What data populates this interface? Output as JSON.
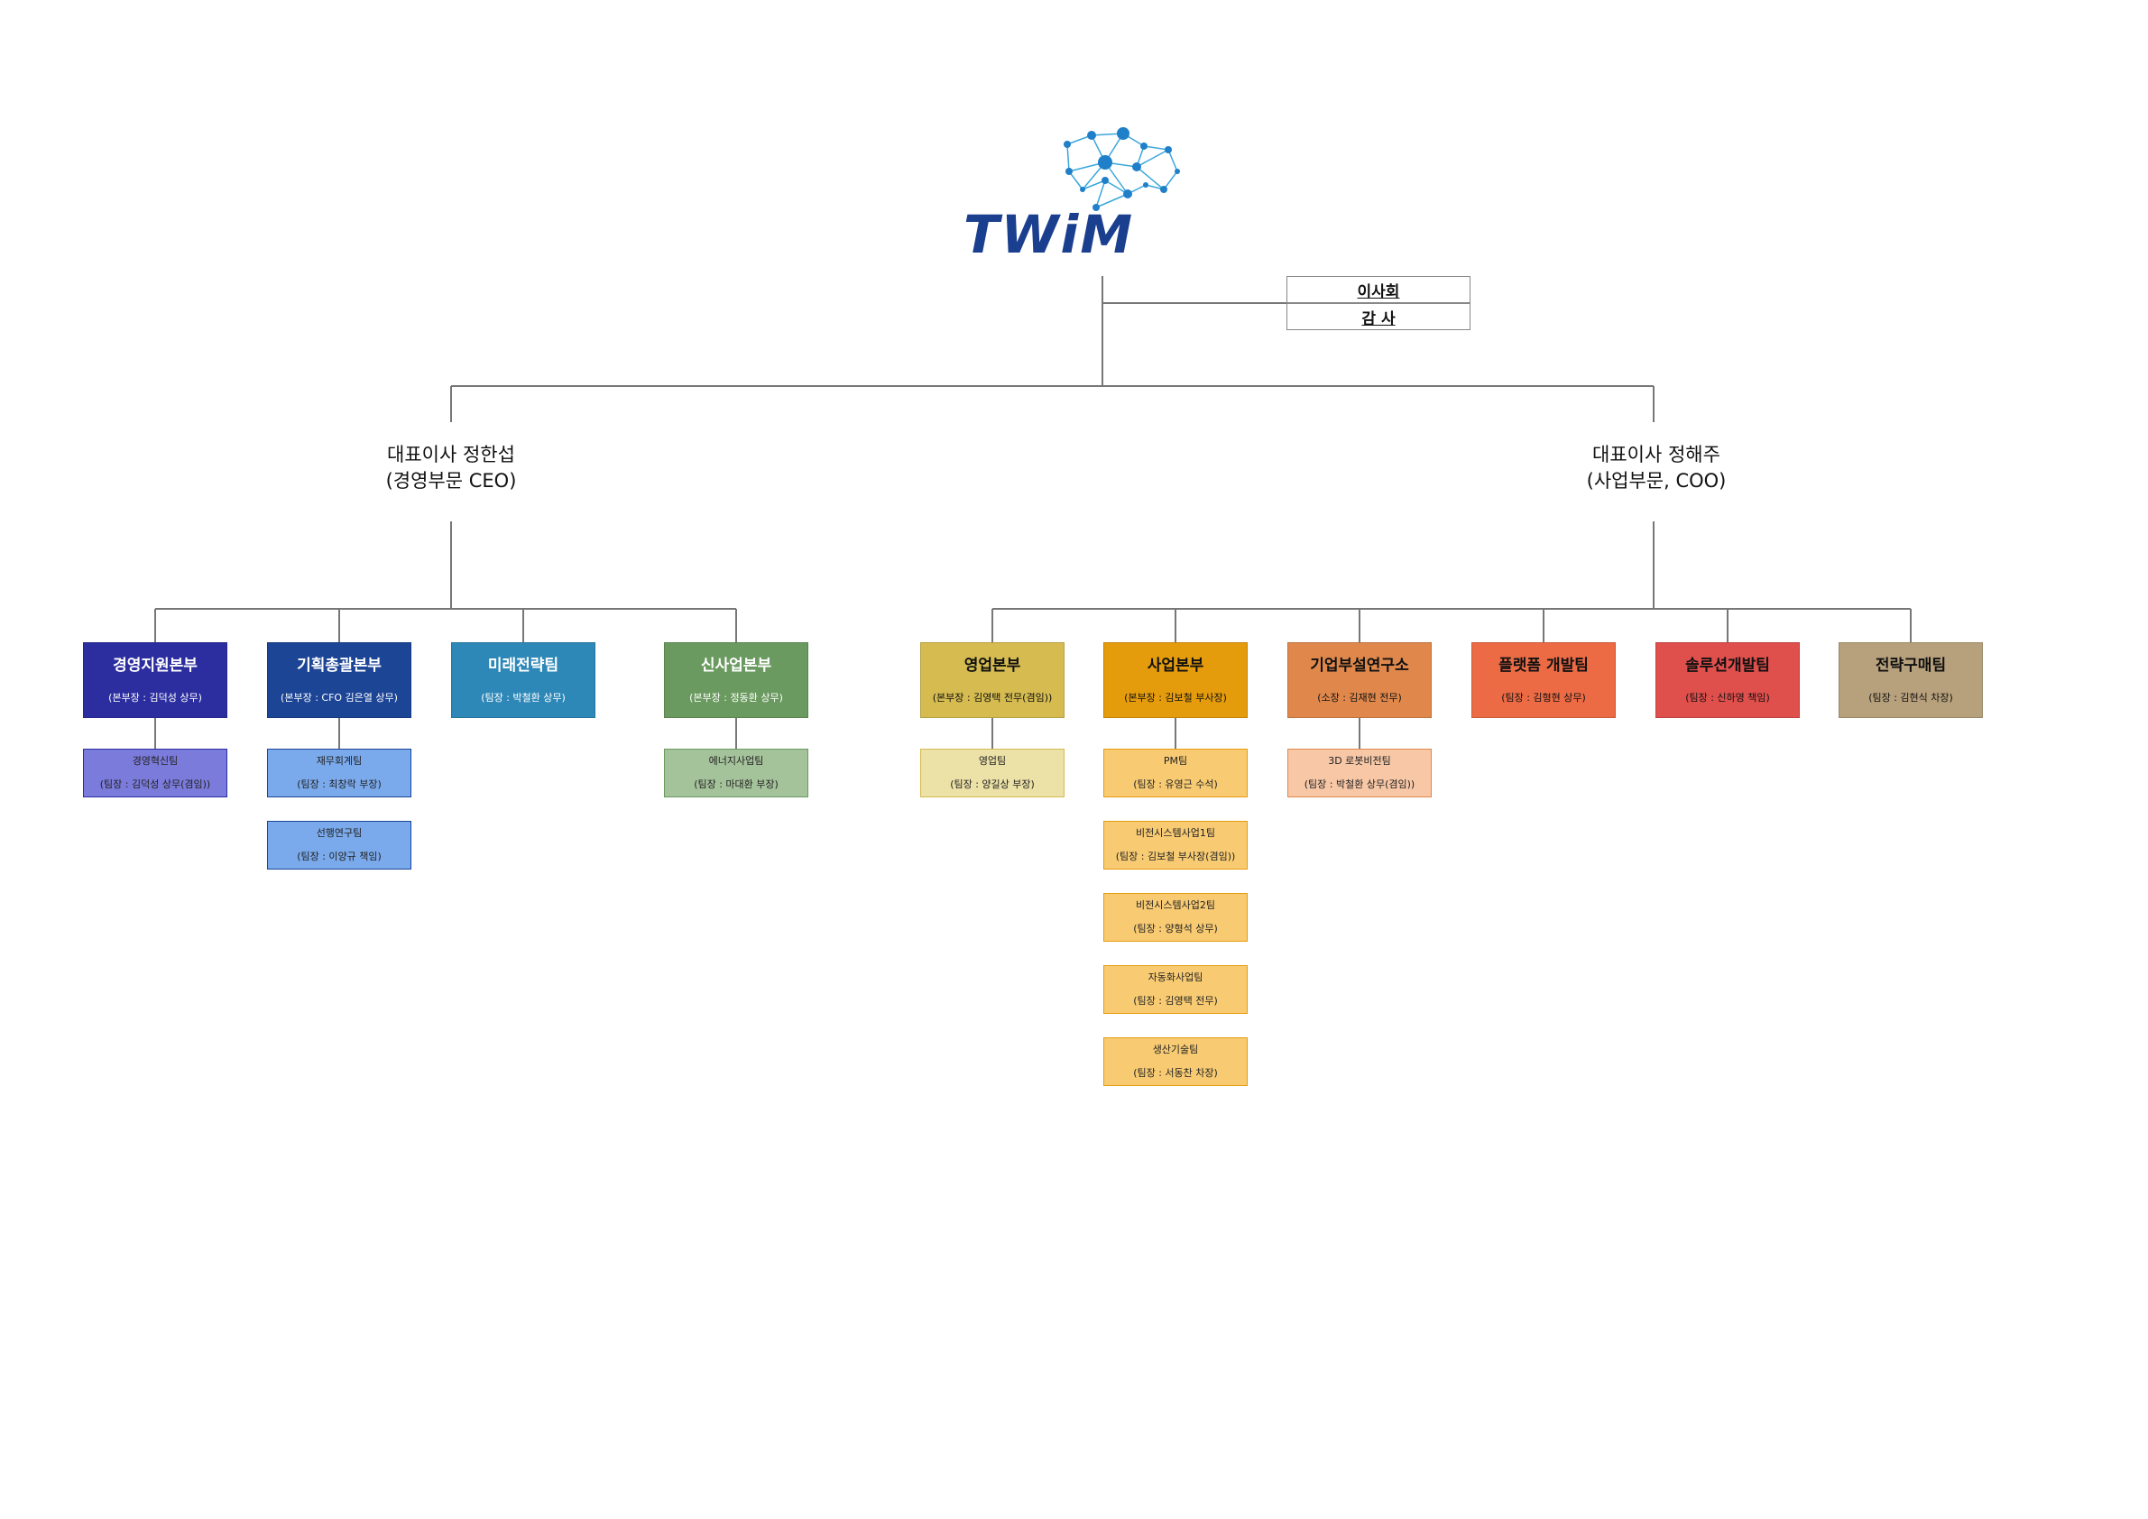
{
  "logo": {
    "text": "TWiM"
  },
  "board": {
    "label": "이사회",
    "audit": "감  사"
  },
  "ceos": {
    "left": {
      "line1": "대표이사 정한섭",
      "line2": "(경영부문 CEO)"
    },
    "right": {
      "line1": "대표이사 정해주",
      "line2": "(사업부문, COO)"
    }
  },
  "departments": [
    {
      "title": "경영지원본부",
      "sub": "(본부장 : 김덕성 상무)",
      "color": "#2c2ea0",
      "text_color": "#ffffff",
      "teams": [
        {
          "title": "경영혁신팀",
          "sub": "(팀장 : 김덕성 상무(겸임))",
          "color": "#7b7bdc"
        }
      ]
    },
    {
      "title": "기획총괄본부",
      "sub": "(본부장 : CFO 김은열 상무)",
      "color": "#1c4596",
      "text_color": "#ffffff",
      "teams": [
        {
          "title": "재무회계팀",
          "sub": "(팀장 : 최창락 부장)",
          "color": "#7aaaec"
        },
        {
          "title": "선행연구팀",
          "sub": "(팀장 : 이양규 책임)",
          "color": "#7aaaec"
        }
      ]
    },
    {
      "title": "미래전략팀",
      "sub": "(팀장 : 박철환 상무)",
      "color": "#2e88b7",
      "text_color": "#ffffff",
      "teams": []
    },
    {
      "title": "신사업본부",
      "sub": "(본부장 : 정동환 상무)",
      "color": "#6a9a5f",
      "text_color": "#ffffff",
      "teams": [
        {
          "title": "에너지사업팀",
          "sub": "(팀장 : 마대환 부장)",
          "color": "#a5c39b"
        }
      ]
    },
    {
      "title": "영업본부",
      "sub": "(본부장 : 김영택 전무(겸임))",
      "color": "#d5bb50",
      "text_color": "#111111",
      "teams": [
        {
          "title": "영업팀",
          "sub": "(팀장 : 양길상 부장)",
          "color": "#ece1a6"
        }
      ]
    },
    {
      "title": "사업본부",
      "sub": "(본부장 : 김보철 부사장)",
      "color": "#e59c0c",
      "text_color": "#111111",
      "teams": [
        {
          "title": "PM팀",
          "sub": "(팀장 : 유영근 수석)",
          "color": "#f8cb73"
        },
        {
          "title": "비전시스템사업1팀",
          "sub": "(팀장 : 김보철 부사장(겸임))",
          "color": "#f8cb73"
        },
        {
          "title": "비전시스템사업2팀",
          "sub": "(팀장 : 양형석 상무)",
          "color": "#f8cb73"
        },
        {
          "title": "자동화사업팀",
          "sub": "(팀장 : 김영택 전무)",
          "color": "#f8cb73"
        },
        {
          "title": "생산기술팀",
          "sub": "(팀장 : 서동찬 차장)",
          "color": "#f8cb73"
        }
      ]
    },
    {
      "title": "기업부설연구소",
      "sub": "(소장 : 김재현 전무)",
      "color": "#e0884c",
      "text_color": "#111111",
      "teams": [
        {
          "title": "3D 로봇비전팀",
          "sub": "(팀장 : 박철환 상무(겸임))",
          "color": "#f7c7a6"
        }
      ]
    },
    {
      "title": "플랫폼 개발팀",
      "sub": "(팀장 : 김형현 상무)",
      "color": "#ec6b45",
      "text_color": "#111111",
      "teams": []
    },
    {
      "title": "솔루션개발팀",
      "sub": "(팀장 : 신하영 책임)",
      "color": "#df4f4c",
      "text_color": "#111111",
      "teams": []
    },
    {
      "title": "전략구매팀",
      "sub": "(팀장 : 김현식 차장)",
      "color": "#b7a07c",
      "text_color": "#111111",
      "teams": []
    }
  ]
}
